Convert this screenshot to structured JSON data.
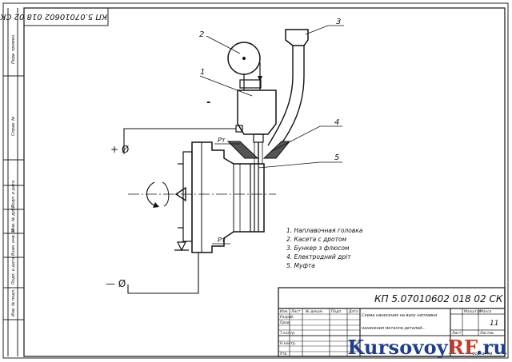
{
  "drawing": {
    "doc_code": "КП 5.07010602 018 02 СК",
    "doc_code_rotated": "КП 5.07010602 018 02 СК",
    "title_line1": "Схема нанесения на валу наплавки",
    "title_line2": "нанесения металла деталей...",
    "scale_label": "Масштаб",
    "mass_label": "Масса",
    "sheet_label": "Лист",
    "sheets_label": "Листов",
    "sheets_value": "11",
    "format_label": "Формат А4"
  },
  "callouts": [
    "1",
    "2",
    "3",
    "4",
    "5"
  ],
  "polarity": {
    "plus": "+ Ø",
    "minus": "— Ø",
    "minus_sign": "-"
  },
  "flow_labels": {
    "upper": "Рт",
    "lower": "Рт"
  },
  "legend": [
    "1. Наплавочная головка",
    "2. Касета с дротом",
    "3. Бункер з флюсом",
    "4. Електродний дріт",
    "5. Муфта"
  ],
  "title_block_cols": [
    "Изм.",
    "Лист",
    "№ докум.",
    "Подп.",
    "Дата"
  ],
  "title_block_roles": [
    "Разраб.",
    "Пров.",
    "Т.контр.",
    "Н.контр.",
    "Утв."
  ],
  "left_strip_labels": [
    "Перв. примен.",
    "Справ. №",
    "Подп. и дата",
    "Инв. № дубл.",
    "Взам. инв. №",
    "Подп. и дата",
    "Инв. № подл."
  ],
  "watermark": {
    "main": "Kursovoy",
    "accent": "RF",
    "tail": ".ru"
  }
}
